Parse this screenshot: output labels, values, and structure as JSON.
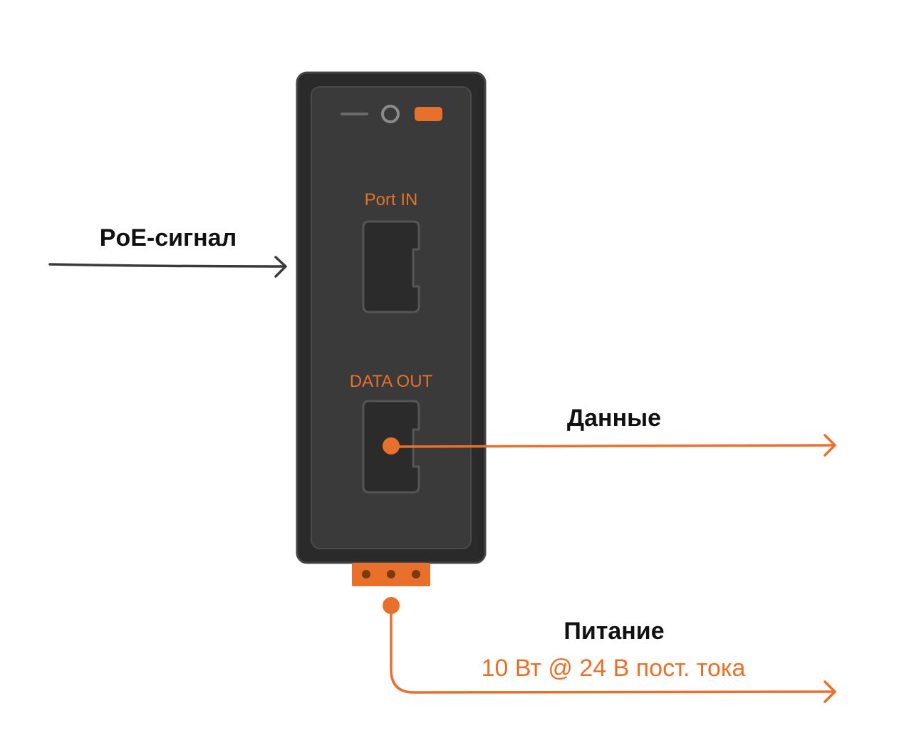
{
  "colors": {
    "accent": "#e8702a",
    "device_outer": "#2a2a2a",
    "device_inner": "#3a3a3a",
    "port_fill": "#2b2b2b",
    "port_stroke": "#555555",
    "arrow_dark": "#3a3a3a"
  },
  "device": {
    "port_in_label": "Port IN",
    "data_out_label": "DATA OUT"
  },
  "connections": {
    "input_label": "PoE-сигнал",
    "data_label": "Данные",
    "power_label": "Питание",
    "power_spec": "10 Вт @ 24 В пост. тока"
  }
}
